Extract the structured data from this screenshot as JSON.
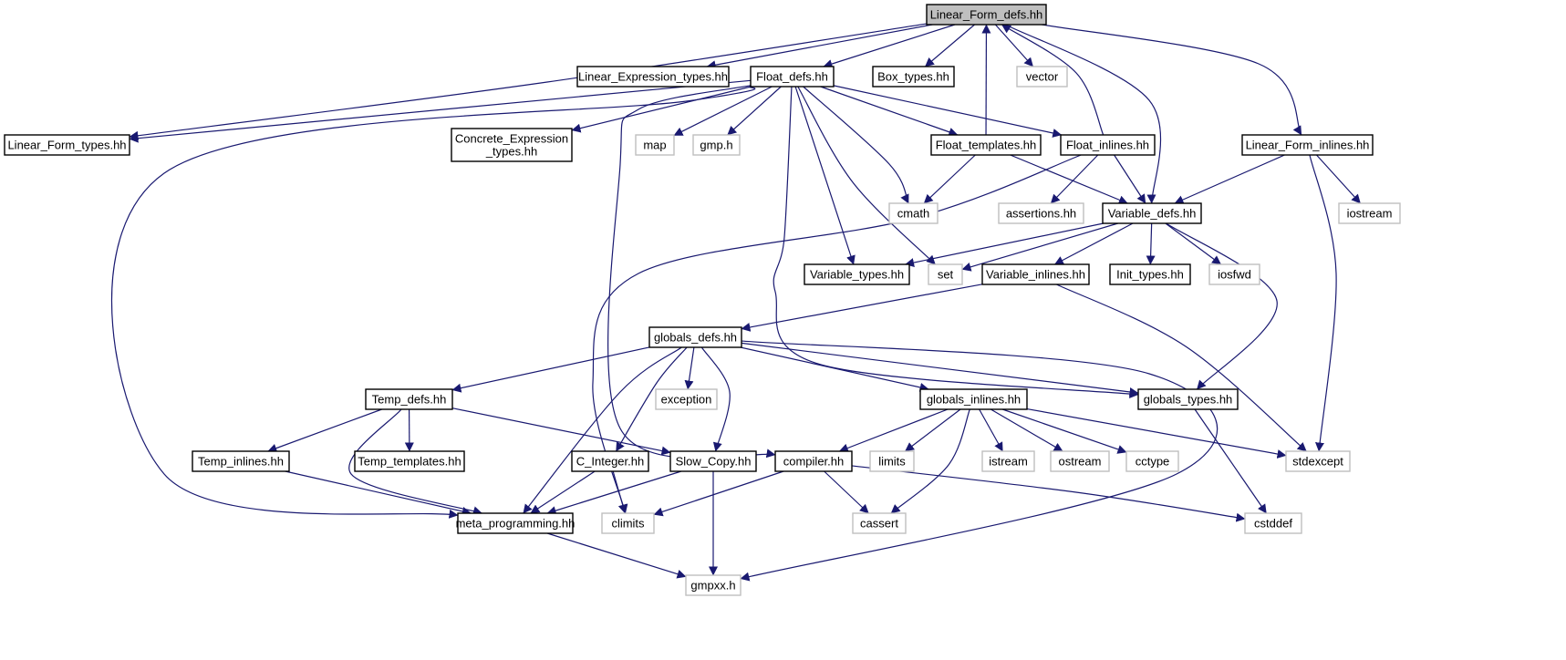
{
  "graph": {
    "colors": {
      "edge": "#191970",
      "root_fill": "#bfbfbf",
      "node_border": "#000000",
      "external_border": "#bfbfbf",
      "background": "#ffffff"
    },
    "nodes": [
      {
        "id": "Linear_Form_defs.hh",
        "label": "Linear_Form_defs.hh",
        "kind": "root"
      },
      {
        "id": "Linear_Expression_types.hh",
        "label": "Linear_Expression_types.hh",
        "kind": "internal"
      },
      {
        "id": "Float_defs.hh",
        "label": "Float_defs.hh",
        "kind": "internal"
      },
      {
        "id": "Box_types.hh",
        "label": "Box_types.hh",
        "kind": "internal"
      },
      {
        "id": "vector",
        "label": "vector",
        "kind": "external"
      },
      {
        "id": "Linear_Form_types.hh",
        "label": "Linear_Form_types.hh",
        "kind": "internal"
      },
      {
        "id": "Concrete_Expression_types.hh",
        "label": "Concrete_Expression\n_types.hh",
        "kind": "internal"
      },
      {
        "id": "map",
        "label": "map",
        "kind": "external"
      },
      {
        "id": "gmp.h",
        "label": "gmp.h",
        "kind": "external"
      },
      {
        "id": "Float_templates.hh",
        "label": "Float_templates.hh",
        "kind": "internal"
      },
      {
        "id": "Float_inlines.hh",
        "label": "Float_inlines.hh",
        "kind": "internal"
      },
      {
        "id": "Linear_Form_inlines.hh",
        "label": "Linear_Form_inlines.hh",
        "kind": "internal"
      },
      {
        "id": "cmath",
        "label": "cmath",
        "kind": "external"
      },
      {
        "id": "assertions.hh",
        "label": "assertions.hh",
        "kind": "external"
      },
      {
        "id": "Variable_defs.hh",
        "label": "Variable_defs.hh",
        "kind": "internal"
      },
      {
        "id": "iostream",
        "label": "iostream",
        "kind": "external"
      },
      {
        "id": "Variable_types.hh",
        "label": "Variable_types.hh",
        "kind": "internal"
      },
      {
        "id": "set",
        "label": "set",
        "kind": "external"
      },
      {
        "id": "Variable_inlines.hh",
        "label": "Variable_inlines.hh",
        "kind": "internal"
      },
      {
        "id": "Init_types.hh",
        "label": "Init_types.hh",
        "kind": "internal"
      },
      {
        "id": "iosfwd",
        "label": "iosfwd",
        "kind": "external"
      },
      {
        "id": "globals_defs.hh",
        "label": "globals_defs.hh",
        "kind": "internal"
      },
      {
        "id": "exception",
        "label": "exception",
        "kind": "external"
      },
      {
        "id": "Temp_defs.hh",
        "label": "Temp_defs.hh",
        "kind": "internal"
      },
      {
        "id": "globals_inlines.hh",
        "label": "globals_inlines.hh",
        "kind": "internal"
      },
      {
        "id": "globals_types.hh",
        "label": "globals_types.hh",
        "kind": "internal"
      },
      {
        "id": "Temp_inlines.hh",
        "label": "Temp_inlines.hh",
        "kind": "internal"
      },
      {
        "id": "Temp_templates.hh",
        "label": "Temp_templates.hh",
        "kind": "internal"
      },
      {
        "id": "C_Integer.hh",
        "label": "C_Integer.hh",
        "kind": "internal"
      },
      {
        "id": "Slow_Copy.hh",
        "label": "Slow_Copy.hh",
        "kind": "internal"
      },
      {
        "id": "compiler.hh",
        "label": "compiler.hh",
        "kind": "internal"
      },
      {
        "id": "limits",
        "label": "limits",
        "kind": "external"
      },
      {
        "id": "istream",
        "label": "istream",
        "kind": "external"
      },
      {
        "id": "ostream",
        "label": "ostream",
        "kind": "external"
      },
      {
        "id": "cctype",
        "label": "cctype",
        "kind": "external"
      },
      {
        "id": "stdexcept",
        "label": "stdexcept",
        "kind": "external"
      },
      {
        "id": "meta_programming.hh",
        "label": "meta_programming.hh",
        "kind": "internal"
      },
      {
        "id": "climits",
        "label": "climits",
        "kind": "external"
      },
      {
        "id": "cassert",
        "label": "cassert",
        "kind": "external"
      },
      {
        "id": "cstddef",
        "label": "cstddef",
        "kind": "external"
      },
      {
        "id": "gmpxx.h",
        "label": "gmpxx.h",
        "kind": "external"
      }
    ],
    "edges": [
      {
        "from": "Linear_Form_defs.hh",
        "to": "Linear_Expression_types.hh"
      },
      {
        "from": "Linear_Form_defs.hh",
        "to": "Float_defs.hh"
      },
      {
        "from": "Linear_Form_defs.hh",
        "to": "Box_types.hh"
      },
      {
        "from": "Linear_Form_defs.hh",
        "to": "vector"
      },
      {
        "from": "Linear_Form_defs.hh",
        "to": "Linear_Form_types.hh"
      },
      {
        "from": "Linear_Form_defs.hh",
        "to": "Linear_Form_inlines.hh"
      },
      {
        "from": "Linear_Form_defs.hh",
        "to": "Variable_defs.hh"
      },
      {
        "from": "Float_defs.hh",
        "to": "Linear_Form_types.hh"
      },
      {
        "from": "Float_defs.hh",
        "to": "Concrete_Expression_types.hh"
      },
      {
        "from": "Float_defs.hh",
        "to": "map"
      },
      {
        "from": "Float_defs.hh",
        "to": "gmp.h"
      },
      {
        "from": "Float_defs.hh",
        "to": "Float_templates.hh"
      },
      {
        "from": "Float_defs.hh",
        "to": "Float_inlines.hh"
      },
      {
        "from": "Float_defs.hh",
        "to": "cmath"
      },
      {
        "from": "Float_defs.hh",
        "to": "Variable_types.hh"
      },
      {
        "from": "Float_defs.hh",
        "to": "set"
      },
      {
        "from": "Float_defs.hh",
        "to": "meta_programming.hh"
      },
      {
        "from": "Float_defs.hh",
        "to": "compiler.hh"
      },
      {
        "from": "Float_defs.hh",
        "to": "globals_types.hh"
      },
      {
        "from": "Float_templates.hh",
        "to": "Linear_Form_defs.hh"
      },
      {
        "from": "Float_templates.hh",
        "to": "cmath"
      },
      {
        "from": "Float_templates.hh",
        "to": "Variable_defs.hh"
      },
      {
        "from": "Float_inlines.hh",
        "to": "Linear_Form_defs.hh"
      },
      {
        "from": "Float_inlines.hh",
        "to": "assertions.hh"
      },
      {
        "from": "Float_inlines.hh",
        "to": "Variable_defs.hh"
      },
      {
        "from": "Float_inlines.hh",
        "to": "climits"
      },
      {
        "from": "Linear_Form_inlines.hh",
        "to": "Variable_defs.hh"
      },
      {
        "from": "Linear_Form_inlines.hh",
        "to": "iostream"
      },
      {
        "from": "Linear_Form_inlines.hh",
        "to": "stdexcept"
      },
      {
        "from": "Variable_defs.hh",
        "to": "Variable_types.hh"
      },
      {
        "from": "Variable_defs.hh",
        "to": "set"
      },
      {
        "from": "Variable_defs.hh",
        "to": "Variable_inlines.hh"
      },
      {
        "from": "Variable_defs.hh",
        "to": "Init_types.hh"
      },
      {
        "from": "Variable_defs.hh",
        "to": "iosfwd"
      },
      {
        "from": "Variable_defs.hh",
        "to": "globals_types.hh"
      },
      {
        "from": "Variable_inlines.hh",
        "to": "globals_defs.hh"
      },
      {
        "from": "Variable_inlines.hh",
        "to": "stdexcept"
      },
      {
        "from": "globals_defs.hh",
        "to": "exception"
      },
      {
        "from": "globals_defs.hh",
        "to": "Temp_defs.hh"
      },
      {
        "from": "globals_defs.hh",
        "to": "globals_inlines.hh"
      },
      {
        "from": "globals_defs.hh",
        "to": "globals_types.hh"
      },
      {
        "from": "globals_defs.hh",
        "to": "C_Integer.hh"
      },
      {
        "from": "globals_defs.hh",
        "to": "Slow_Copy.hh"
      },
      {
        "from": "globals_defs.hh",
        "to": "meta_programming.hh"
      },
      {
        "from": "globals_defs.hh",
        "to": "gmpxx.h"
      },
      {
        "from": "Temp_defs.hh",
        "to": "Temp_inlines.hh"
      },
      {
        "from": "Temp_defs.hh",
        "to": "Temp_templates.hh"
      },
      {
        "from": "Temp_defs.hh",
        "to": "Slow_Copy.hh"
      },
      {
        "from": "Temp_defs.hh",
        "to": "meta_programming.hh"
      },
      {
        "from": "globals_inlines.hh",
        "to": "compiler.hh"
      },
      {
        "from": "globals_inlines.hh",
        "to": "limits"
      },
      {
        "from": "globals_inlines.hh",
        "to": "istream"
      },
      {
        "from": "globals_inlines.hh",
        "to": "ostream"
      },
      {
        "from": "globals_inlines.hh",
        "to": "cctype"
      },
      {
        "from": "globals_inlines.hh",
        "to": "stdexcept"
      },
      {
        "from": "globals_inlines.hh",
        "to": "cassert"
      },
      {
        "from": "globals_types.hh",
        "to": "cstddef"
      },
      {
        "from": "Temp_inlines.hh",
        "to": "meta_programming.hh"
      },
      {
        "from": "C_Integer.hh",
        "to": "meta_programming.hh"
      },
      {
        "from": "C_Integer.hh",
        "to": "climits"
      },
      {
        "from": "Slow_Copy.hh",
        "to": "meta_programming.hh"
      },
      {
        "from": "Slow_Copy.hh",
        "to": "gmpxx.h"
      },
      {
        "from": "compiler.hh",
        "to": "climits"
      },
      {
        "from": "compiler.hh",
        "to": "cassert"
      },
      {
        "from": "compiler.hh",
        "to": "cstddef"
      },
      {
        "from": "meta_programming.hh",
        "to": "gmpxx.h"
      }
    ]
  }
}
